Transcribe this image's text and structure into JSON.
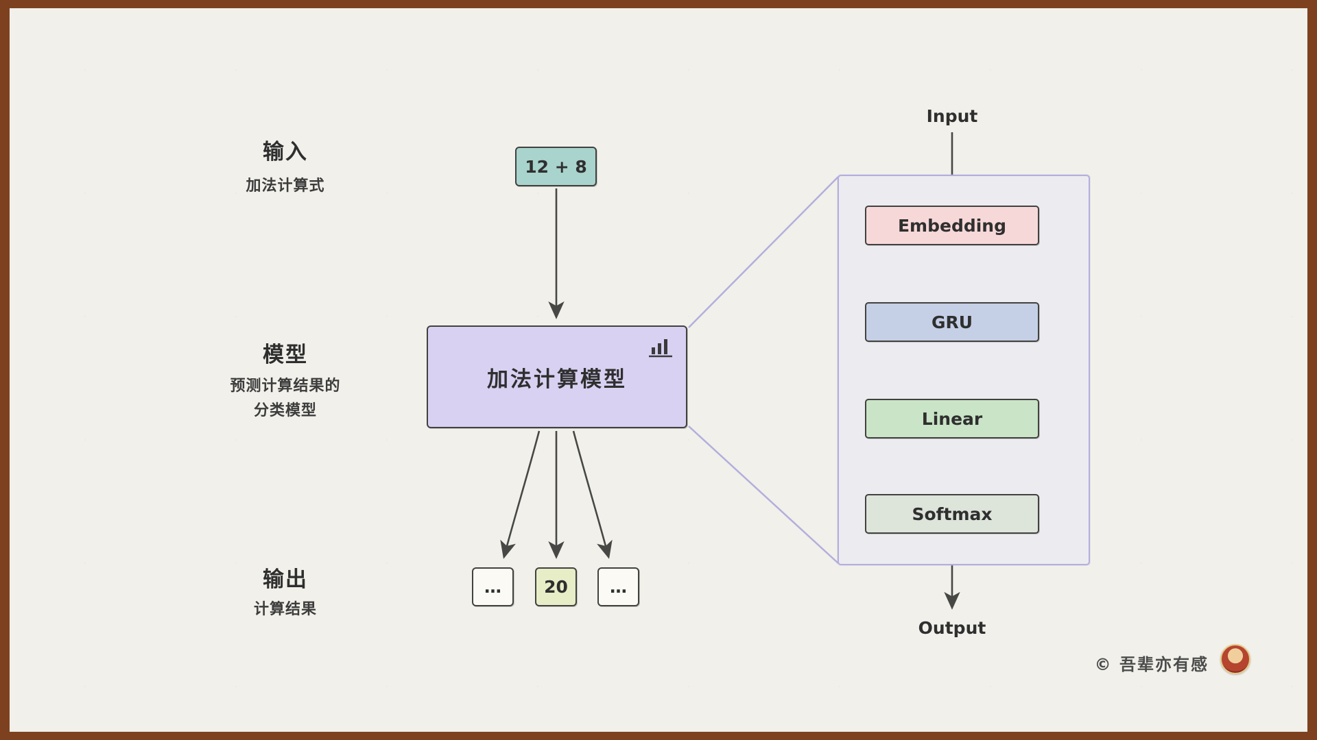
{
  "left_labels": {
    "input": {
      "title": "输入",
      "subtitle": "加法计算式"
    },
    "model": {
      "title": "模型",
      "subtitle": "预测计算结果的\n分类模型"
    },
    "output": {
      "title": "输出",
      "subtitle": "计算结果"
    }
  },
  "flow": {
    "input_box": "12 + 8",
    "model_box": "加法计算模型",
    "outputs": [
      {
        "label": "…",
        "color": "#fbfaf5"
      },
      {
        "label": "20",
        "color": "#e7edc6"
      },
      {
        "label": "…",
        "color": "#fbfaf5"
      }
    ]
  },
  "detail_panel": {
    "input_label": "Input",
    "layers": [
      {
        "name": "Embedding",
        "color": "#f7d8d8"
      },
      {
        "name": "GRU",
        "color": "#c5d0e6"
      },
      {
        "name": "Linear",
        "color": "#c9e4c6"
      },
      {
        "name": "Softmax",
        "color": "#dde4da"
      }
    ],
    "output_label": "Output"
  },
  "footer": {
    "credit": "© 吾辈亦有感"
  },
  "colors": {
    "frame": "#7e4120",
    "paper": "#f1f0ea",
    "input_box": "#a9d3cd",
    "model_box": "#d8d1f2",
    "result_box": "#e7edc6",
    "panel_bg": "#ecebf0",
    "panel_border": "#b3aedd",
    "stroke": "#474745"
  }
}
